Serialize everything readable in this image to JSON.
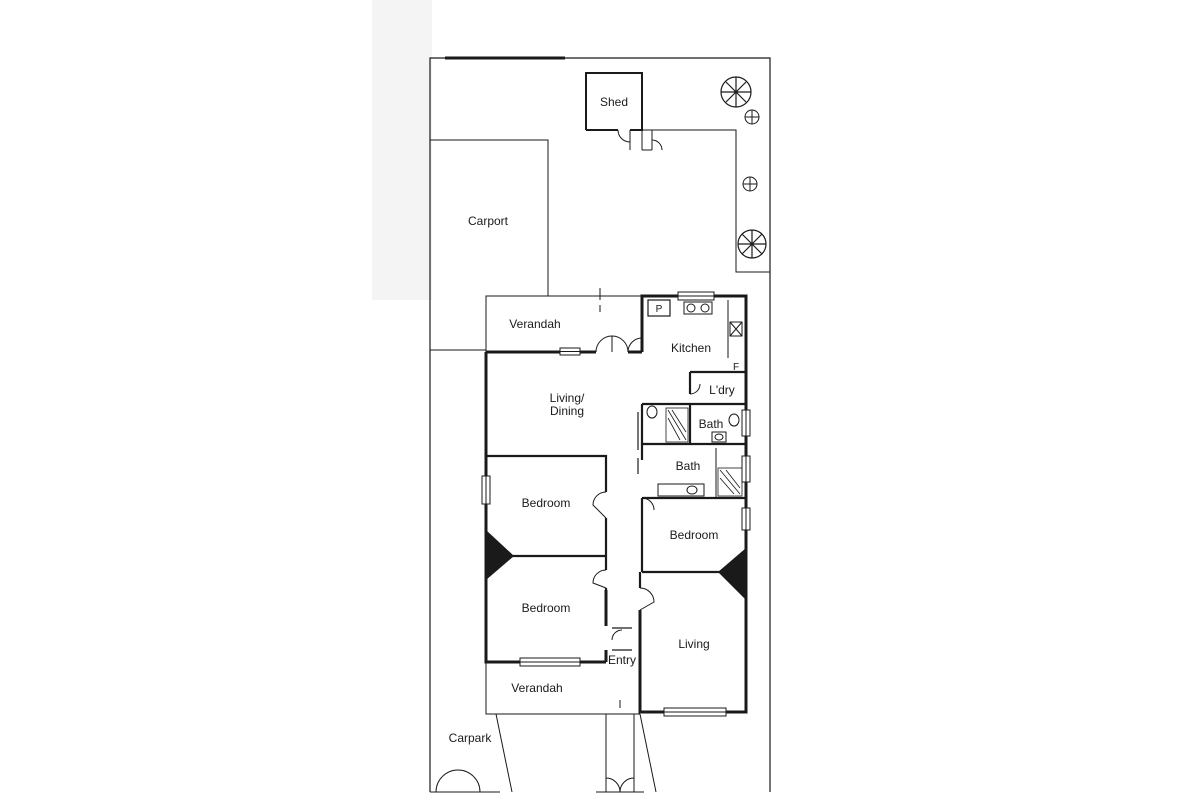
{
  "rooms": {
    "shed": "Shed",
    "carport": "Carport",
    "verandah_rear": "Verandah",
    "kitchen": "Kitchen",
    "pantry": "P",
    "fridge": "F",
    "laundry": "L'dry",
    "living_dining_1": "Living/",
    "living_dining_2": "Dining",
    "bath_1": "Bath",
    "bath_2": "Bath",
    "bedroom_1": "Bedroom",
    "bedroom_2": "Bedroom",
    "bedroom_3": "Bedroom",
    "living": "Living",
    "entry": "Entry",
    "verandah_front": "Verandah",
    "carpark": "Carpark"
  },
  "colors": {
    "paper": "#ffffff",
    "ink": "#1a1a1a",
    "scan_shadow": "#f2f2f2"
  },
  "icons": [
    "tree-icon",
    "door-swing-icon",
    "window-icon",
    "fireplace-icon",
    "toilet-icon",
    "basin-icon",
    "shower-icon",
    "sink-icon"
  ]
}
